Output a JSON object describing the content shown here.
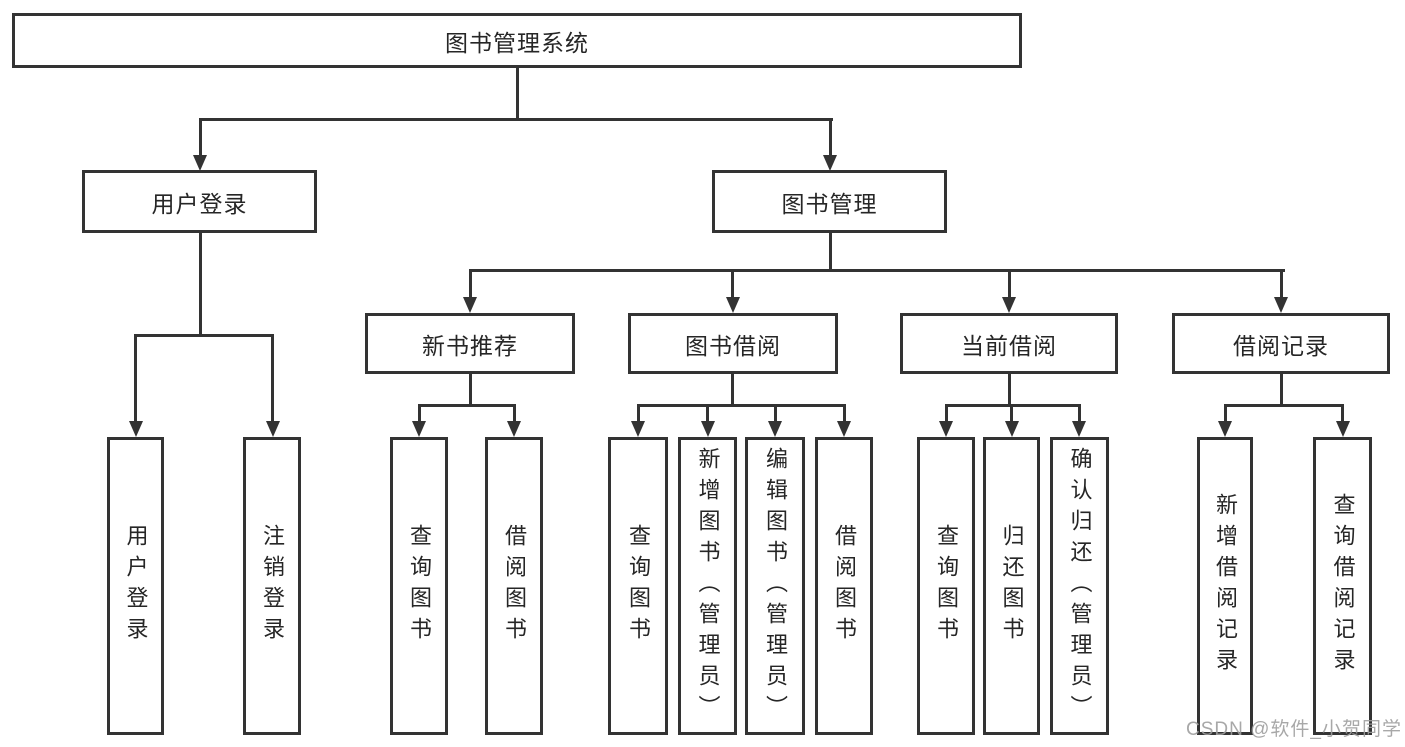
{
  "diagram": {
    "tree": {
      "label": "图书管理系统",
      "children": [
        {
          "label": "用户登录",
          "children": [
            {
              "label": "用户登录"
            },
            {
              "label": "注销登录"
            }
          ]
        },
        {
          "label": "图书管理",
          "children": [
            {
              "label": "新书推荐",
              "children": [
                {
                  "label": "查询图书"
                },
                {
                  "label": "借阅图书"
                }
              ]
            },
            {
              "label": "图书借阅",
              "children": [
                {
                  "label": "查询图书"
                },
                {
                  "label": "新增图书（管理员）"
                },
                {
                  "label": "编辑图书（管理员）"
                },
                {
                  "label": "借阅图书"
                }
              ]
            },
            {
              "label": "当前借阅",
              "children": [
                {
                  "label": "查询图书"
                },
                {
                  "label": "归还图书"
                },
                {
                  "label": "确认归还（管理员）"
                }
              ]
            },
            {
              "label": "借阅记录",
              "children": [
                {
                  "label": "新增借阅记录"
                },
                {
                  "label": "查询借阅记录"
                }
              ]
            }
          ]
        }
      ]
    },
    "colors": {
      "line": "#333333",
      "text": "#262626",
      "background": "#ffffff",
      "watermark": "#9e9e9e"
    }
  },
  "watermark": {
    "text": "CSDN @软件_小贺同学"
  }
}
